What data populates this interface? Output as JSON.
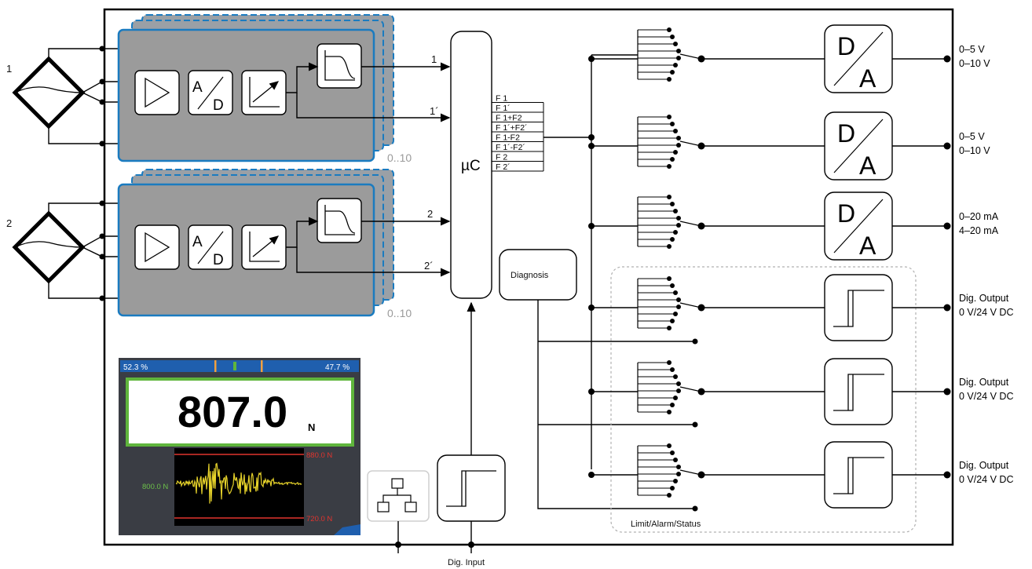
{
  "sensors": [
    {
      "label": "1",
      "signal": "1",
      "signal_prime": "1´",
      "channels": "0..10"
    },
    {
      "label": "2",
      "signal": "2",
      "signal_prime": "2´",
      "channels": "0..10"
    }
  ],
  "processor": {
    "label": "µC"
  },
  "functions": [
    "F 1",
    "F 1´",
    "F 1+F2",
    "F 1´+F2´",
    "F 1-F2",
    "F 1´-F2´",
    "F 2",
    "F 2´"
  ],
  "da_converters": [
    {
      "top": "D",
      "bottom": "A",
      "output": [
        "0–5 V",
        "0–10 V"
      ]
    },
    {
      "top": "D",
      "bottom": "A",
      "output": [
        "0–5 V",
        "0–10 V"
      ]
    },
    {
      "top": "D",
      "bottom": "A",
      "output": [
        "0–20 mA",
        "4–20 mA"
      ]
    }
  ],
  "digital_outputs": [
    {
      "output": [
        "Dig. Output",
        "0 V/24 V DC"
      ]
    },
    {
      "output": [
        "Dig. Output",
        "0 V/24 V DC"
      ]
    },
    {
      "output": [
        "Dig. Output",
        "0 V/24 V DC"
      ]
    }
  ],
  "adc": {
    "top": "A",
    "bottom": "D"
  },
  "diagnosis": {
    "label": "Diagnosis"
  },
  "limit_group": {
    "label": "Limit/Alarm/Status"
  },
  "dig_input": {
    "label": "Dig. Input"
  },
  "display": {
    "left_percent": "52.3 %",
    "right_percent": "47.7 %",
    "value": "807.0",
    "unit": "N",
    "upper_limit": "880.0 N",
    "center_value": "800.0 N",
    "lower_limit": "720.0 N",
    "colors": {
      "bar": "#1f5fae",
      "frame": "#5fb53c",
      "trace": "#e6d22a",
      "limit": "#e0342e",
      "bg": "#3a3d44"
    }
  }
}
